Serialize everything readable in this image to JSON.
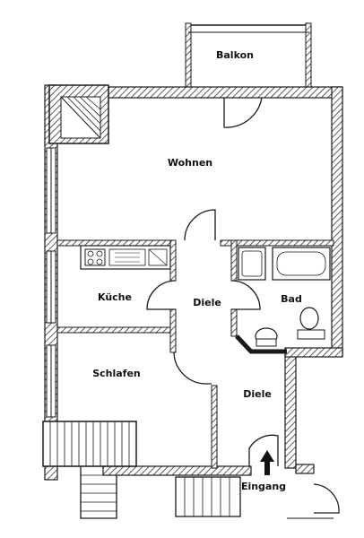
{
  "rooms": {
    "balkon": "Balkon",
    "wohnen": "Wohnen",
    "kueche": "Küche",
    "diele_upper": "Diele",
    "bad": "Bad",
    "schlafen": "Schlafen",
    "diele_lower": "Diele",
    "eingang": "Eingang"
  },
  "colors": {
    "wall": "#1a1a1a",
    "hatch": "#444444",
    "background": "#ffffff"
  }
}
